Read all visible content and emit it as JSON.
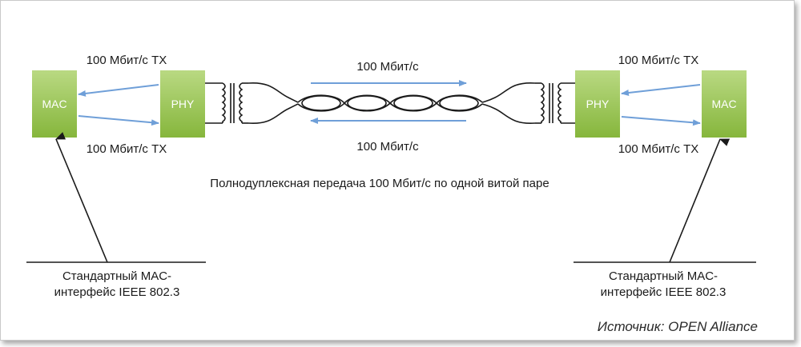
{
  "diagram": {
    "left": {
      "mac_label": "MAC",
      "phy_label": "PHY",
      "tx_top": "100 Мбит/с TX",
      "tx_bottom": "100 Мбит/с TX",
      "standard_line1": "Стандартный MAC-",
      "standard_line2": "интерфейс IEEE 802.3"
    },
    "right": {
      "mac_label": "MAC",
      "phy_label": "PHY",
      "tx_top": "100 Мбит/с TX",
      "tx_bottom": "100 Мбит/с TX",
      "standard_line1": "Стандартный MAC-",
      "standard_line2": "интерфейс IEEE 802.3"
    },
    "link": {
      "rate_top": "100 Мбит/с",
      "rate_bottom": "100 Мбит/с"
    },
    "caption": "Полнодуплексная передача 100 Мбит/с по одной витой паре",
    "source": "Источник: OPEN Alliance"
  },
  "colors": {
    "box_fill": "#8fbf45",
    "box_fill_light": "#b5d67a",
    "arrow_blue": "#6f9fd8",
    "line_dark": "#1a1a1a"
  }
}
